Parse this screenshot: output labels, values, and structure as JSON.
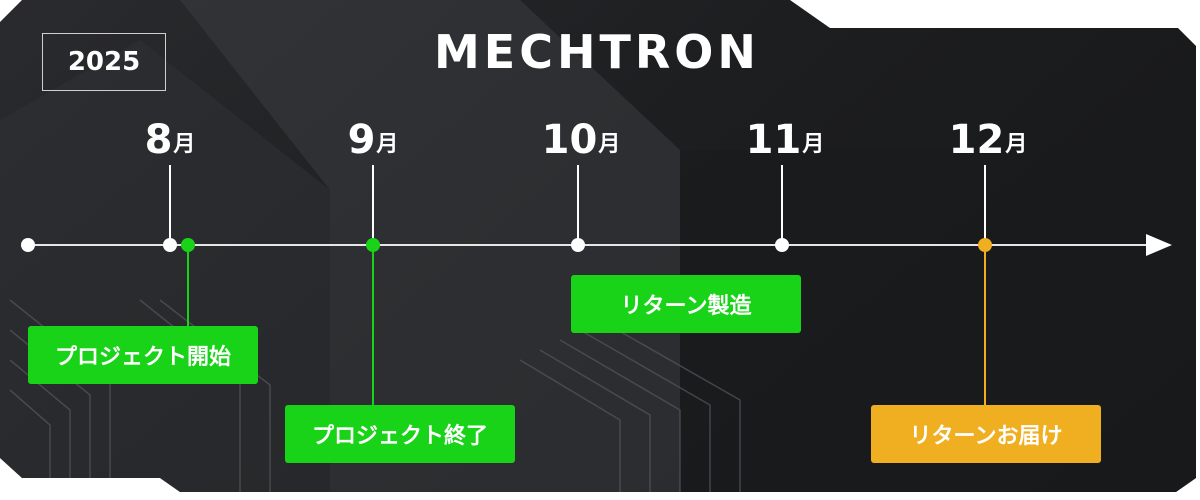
{
  "year": "2025",
  "brand": "MECHTRON",
  "months": [
    {
      "num": "8",
      "unit": "月"
    },
    {
      "num": "9",
      "unit": "月"
    },
    {
      "num": "10",
      "unit": "月"
    },
    {
      "num": "11",
      "unit": "月"
    },
    {
      "num": "12",
      "unit": "月"
    }
  ],
  "events": [
    {
      "label": "プロジェクト開始",
      "color": "#19d318"
    },
    {
      "label": "プロジェクト終了",
      "color": "#19d318"
    },
    {
      "label": "リターン製造",
      "color": "#19d318"
    },
    {
      "label": "リターンお届け",
      "color": "#f0ae21"
    }
  ],
  "colors": {
    "line": "#e6e6e6",
    "green": "#19d318",
    "orange": "#f0ae21"
  }
}
